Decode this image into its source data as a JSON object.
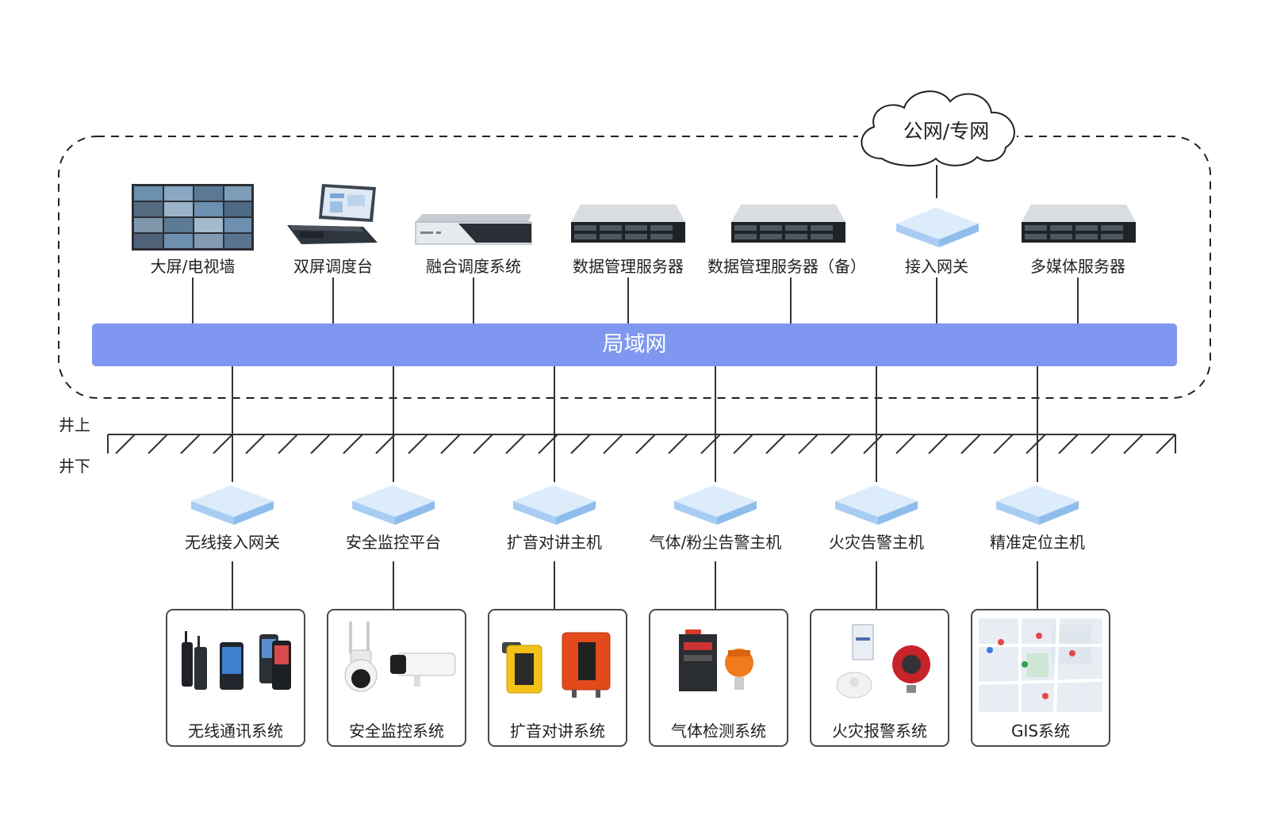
{
  "cloud": {
    "label": "公网/专网"
  },
  "lan": {
    "label": "局域网"
  },
  "levels": {
    "above": "井上",
    "below": "井下"
  },
  "top_devices": [
    {
      "label": "大屏/电视墙",
      "icon": "video-wall-icon"
    },
    {
      "label": "双屏调度台",
      "icon": "dispatch-console-icon"
    },
    {
      "label": "融合调度系统",
      "icon": "server-appliance-icon"
    },
    {
      "label": "数据管理服务器",
      "icon": "rack-server-icon"
    },
    {
      "label": "数据管理服务器（备）",
      "icon": "rack-server-icon"
    },
    {
      "label": "接入网关",
      "icon": "gateway-icon"
    },
    {
      "label": "多媒体服务器",
      "icon": "rack-server-icon"
    }
  ],
  "underground_hosts": [
    {
      "label": "无线接入网关",
      "icon": "gateway-icon"
    },
    {
      "label": "安全监控平台",
      "icon": "gateway-icon"
    },
    {
      "label": "扩音对讲主机",
      "icon": "gateway-icon"
    },
    {
      "label": "气体/粉尘告警主机",
      "icon": "gateway-icon"
    },
    {
      "label": "火灾告警主机",
      "icon": "gateway-icon"
    },
    {
      "label": "精准定位主机",
      "icon": "gateway-icon"
    }
  ],
  "systems": [
    {
      "label": "无线通讯系统",
      "icon": "radio-phones-icon"
    },
    {
      "label": "安全监控系统",
      "icon": "cctv-cameras-icon"
    },
    {
      "label": "扩音对讲系统",
      "icon": "intercom-phones-icon"
    },
    {
      "label": "气体检测系统",
      "icon": "gas-detector-icon"
    },
    {
      "label": "火灾报警系统",
      "icon": "fire-alarm-icon"
    },
    {
      "label": "GIS系统",
      "icon": "map-icon"
    }
  ],
  "colors": {
    "lan": "#7f97f0",
    "gateway": "#bfdcf8",
    "line": "#333333",
    "frame": "#222222"
  }
}
